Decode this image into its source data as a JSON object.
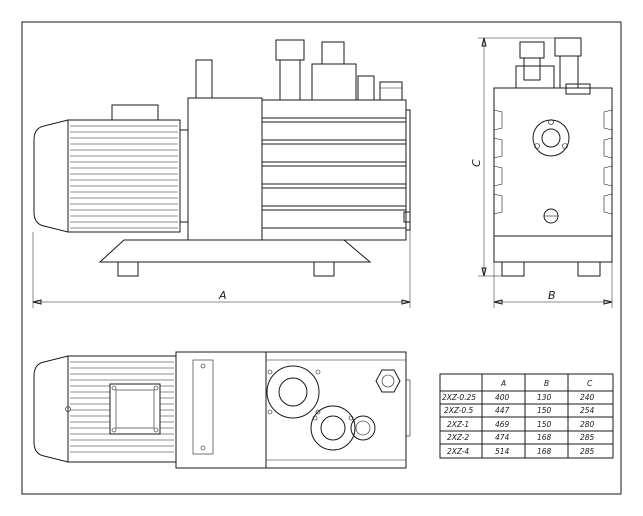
{
  "labels": {
    "dim_a": "A",
    "dim_b": "B",
    "dim_c": "C"
  },
  "table": {
    "headers": [
      "",
      "A",
      "B",
      "C"
    ],
    "rows": [
      [
        "2XZ-0.25",
        "400",
        "130",
        "240"
      ],
      [
        "2XZ-0.5",
        "447",
        "150",
        "254"
      ],
      [
        "2XZ-1",
        "469",
        "150",
        "280"
      ],
      [
        "2XZ-2",
        "474",
        "168",
        "285"
      ],
      [
        "2XZ-4",
        "514",
        "168",
        "285"
      ]
    ]
  }
}
